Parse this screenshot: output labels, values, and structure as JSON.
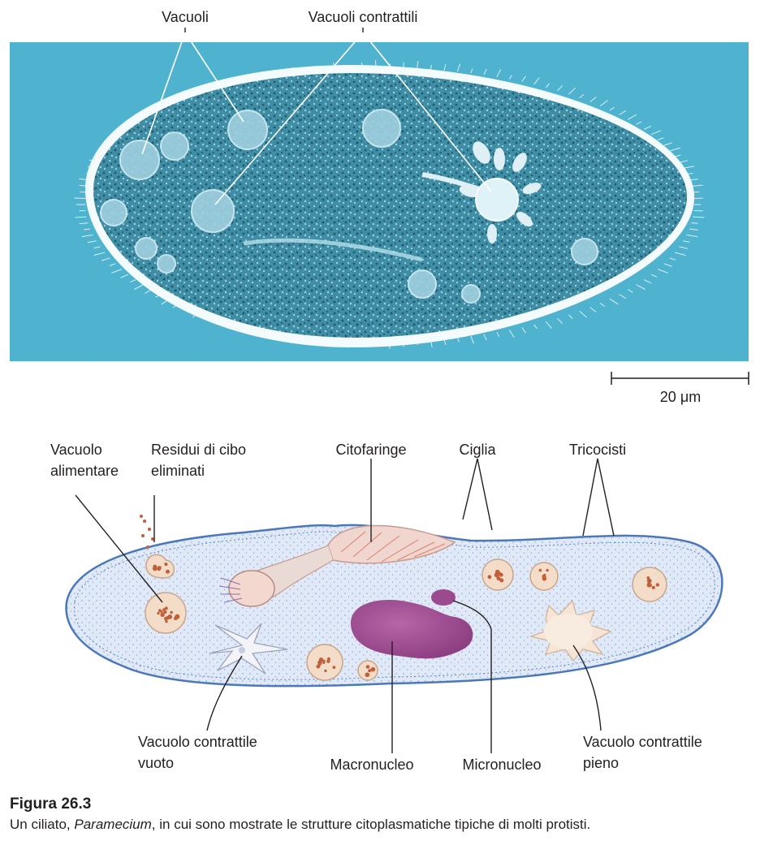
{
  "micrograph": {
    "labels": {
      "vacuoles": "Vacuoli",
      "contractile_vacuoles": "Vacuoli contrattili"
    },
    "scale_bar": {
      "label": "20 μm"
    },
    "colors": {
      "background": "#4fb3cf",
      "cytoplasm": "#3f8fa6",
      "membrane": "#e8f6fa"
    }
  },
  "illustration": {
    "labels": {
      "food_vacuole": [
        "Vacuolo",
        "alimentare"
      ],
      "food_residues": [
        "Residui di cibo",
        "eliminati"
      ],
      "cytopharynx": "Citofaringe",
      "cilia": "Ciglia",
      "trichocysts": "Tricocisti",
      "empty_contractile_vacuole": [
        "Vacuolo contrattile",
        "vuoto"
      ],
      "macronucleus": "Macronucleo",
      "micronucleus": "Micronucleo",
      "full_contractile_vacuole": [
        "Vacuolo contrattile",
        "pieno"
      ]
    },
    "colors": {
      "cilia": "#8e6fb0",
      "body_fill": "#dfe9f7",
      "body_edge": "#4d78b8",
      "macronucleus": "#9b4a8f",
      "food_vacuole": "#f3dcc8",
      "food_particles": "#c0603a"
    }
  },
  "caption": {
    "figure_number": "Figura 26.3",
    "text_before": "Un ciliato, ",
    "text_italic": "Paramecium",
    "text_after": ", in cui sono mostrate le strutture citoplasmatiche tipiche di molti protisti."
  }
}
